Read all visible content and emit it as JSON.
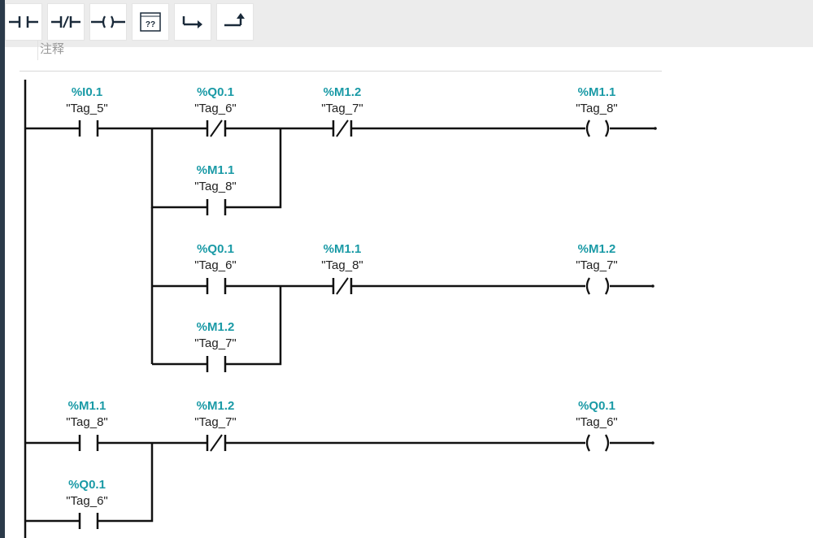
{
  "toolbar": {
    "buttons": [
      {
        "name": "no-contact-button",
        "icon": "normally-open-contact-icon"
      },
      {
        "name": "nc-contact-button",
        "icon": "normally-closed-contact-icon"
      },
      {
        "name": "coil-button",
        "icon": "coil-icon"
      },
      {
        "name": "empty-box-button",
        "icon": "empty-box-icon",
        "label": "??"
      },
      {
        "name": "open-branch-button",
        "icon": "open-branch-icon"
      },
      {
        "name": "close-branch-button",
        "icon": "close-branch-icon"
      }
    ]
  },
  "network": {
    "comment_label": "注释"
  },
  "colors": {
    "address": "#1a9aa6",
    "tag": "#222222",
    "wire": "#111111",
    "toolbar_bg": "#ececec"
  },
  "rungs": [
    {
      "elements": [
        {
          "kind": "NO",
          "address": "%I0.1",
          "tag": "\"Tag_5\""
        },
        {
          "kind": "NC",
          "address": "%Q0.1",
          "tag": "\"Tag_6\""
        },
        {
          "kind": "NO",
          "address": "%M1.1",
          "tag": "\"Tag_8\"",
          "parallel": true
        },
        {
          "kind": "NC",
          "address": "%M1.2",
          "tag": "\"Tag_7\""
        },
        {
          "kind": "COIL",
          "address": "%M1.1",
          "tag": "\"Tag_8\""
        }
      ]
    },
    {
      "elements": [
        {
          "kind": "NO",
          "address": "%Q0.1",
          "tag": "\"Tag_6\""
        },
        {
          "kind": "NO",
          "address": "%M1.2",
          "tag": "\"Tag_7\"",
          "parallel": true
        },
        {
          "kind": "NC",
          "address": "%M1.1",
          "tag": "\"Tag_8\""
        },
        {
          "kind": "COIL",
          "address": "%M1.2",
          "tag": "\"Tag_7\""
        }
      ]
    },
    {
      "elements": [
        {
          "kind": "NO",
          "address": "%M1.1",
          "tag": "\"Tag_8\""
        },
        {
          "kind": "NO",
          "address": "%Q0.1",
          "tag": "\"Tag_6\"",
          "parallel": true
        },
        {
          "kind": "NC",
          "address": "%M1.2",
          "tag": "\"Tag_7\""
        },
        {
          "kind": "COIL",
          "address": "%Q0.1",
          "tag": "\"Tag_6\""
        }
      ]
    }
  ]
}
